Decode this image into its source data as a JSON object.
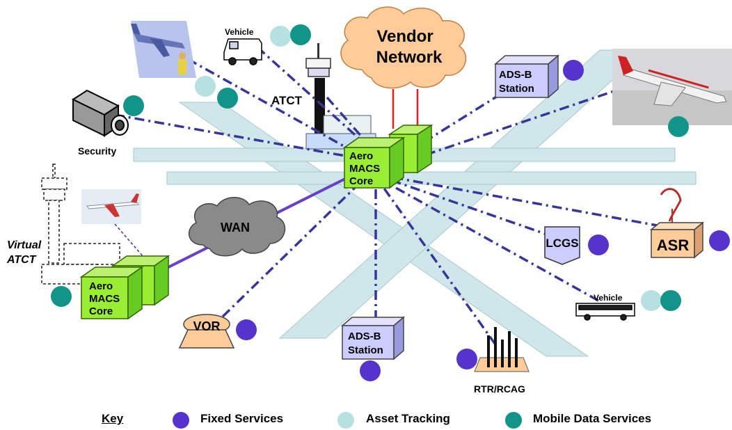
{
  "labels": {
    "vendor_network": [
      "Vendor",
      "Network"
    ],
    "atct": "ATCT",
    "security": "Security",
    "vehicle_top": "Vehicle",
    "vehicle_right": "Vehicle",
    "adsb_top": [
      "ADS-B",
      "Station"
    ],
    "adsb_bottom": [
      "ADS-B",
      "Station"
    ],
    "aeromacs_main": [
      "Aero",
      "MACS",
      "Core"
    ],
    "aeromacs_virtual": [
      "Aero",
      "MACS",
      "Core"
    ],
    "wan": "WAN",
    "virtual_atct": [
      "Virtual",
      "ATCT"
    ],
    "lcgs": "LCGS",
    "asr": "ASR",
    "vor": "VOR",
    "rtr": "RTR/RCAG"
  },
  "key": {
    "title": "Key",
    "items": [
      {
        "label": "Fixed Services",
        "color": "#5533cc"
      },
      {
        "label": "Asset Tracking",
        "color": "#b7e0e0"
      },
      {
        "label": "Mobile Data Services",
        "color": "#129488"
      }
    ]
  },
  "colors": {
    "fixed": "#5533cc",
    "asset": "#b7e0e0",
    "mobile": "#129488",
    "link": "#36369a",
    "wan_link": "#6a3fc9",
    "runway": "#cfe7ea",
    "box_green": "#99ee33",
    "box_lilac": "#ccccff",
    "asr_fill": "#ffcc99",
    "cloud_vendor": "#ffcc99",
    "cloud_wan": "#8a8a8a"
  }
}
